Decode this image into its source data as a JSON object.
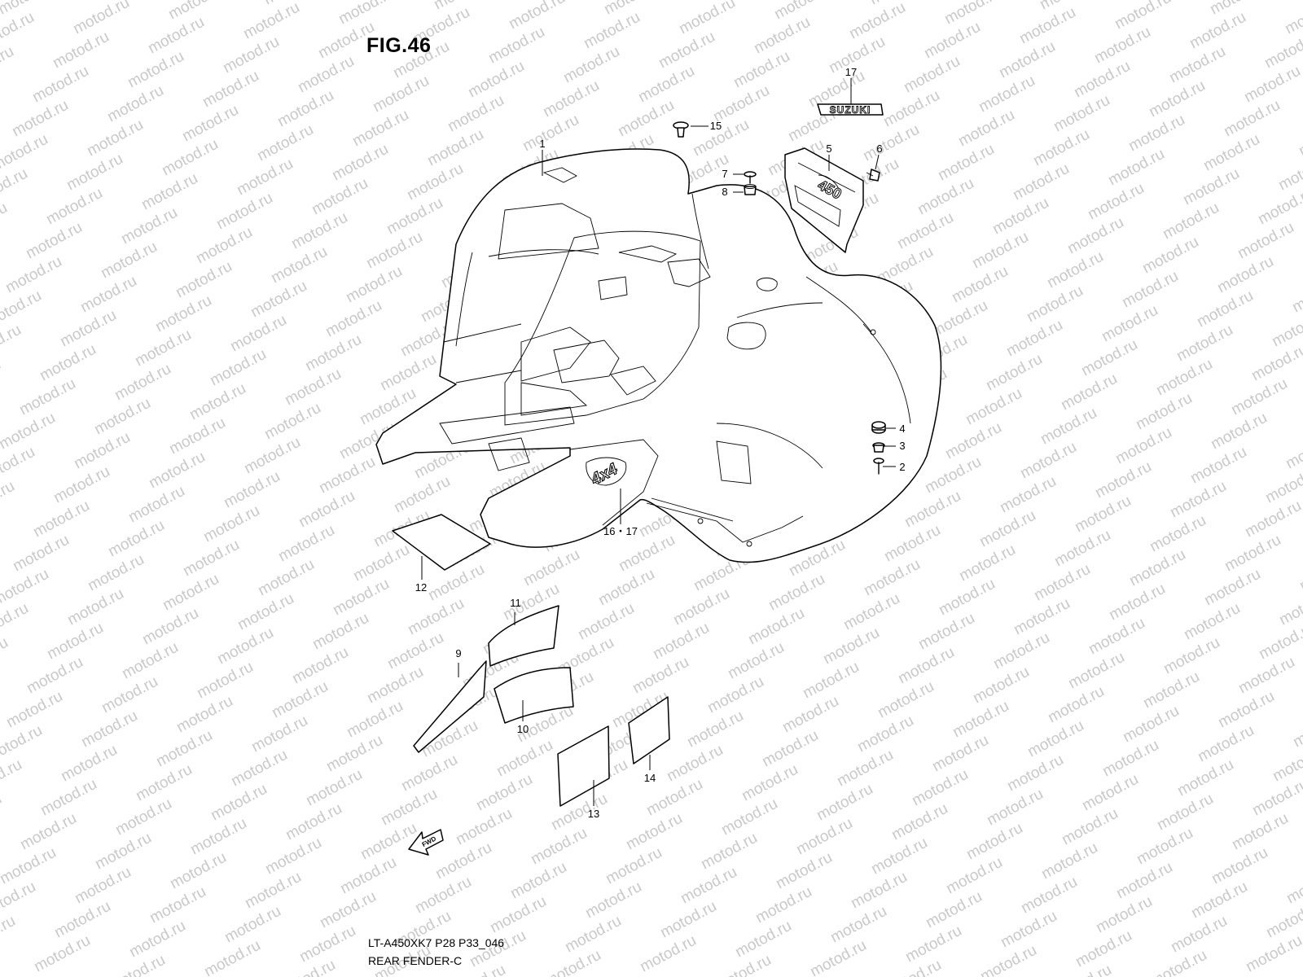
{
  "figure": {
    "title": "FIG.46"
  },
  "watermark": {
    "text": "motod.ru"
  },
  "footer": {
    "code": "LT-A450XK7 P28 P33_046",
    "name": "REAR FENDER-C"
  },
  "emblem": {
    "brand": "SUZUKI",
    "model": "450",
    "badge": "4x4"
  },
  "direction_arrow": {
    "label": "FWD"
  },
  "callouts": [
    {
      "id": "1",
      "label": "1"
    },
    {
      "id": "2",
      "label": "2"
    },
    {
      "id": "3",
      "label": "3"
    },
    {
      "id": "4",
      "label": "4"
    },
    {
      "id": "5",
      "label": "5"
    },
    {
      "id": "6",
      "label": "6"
    },
    {
      "id": "7",
      "label": "7"
    },
    {
      "id": "8",
      "label": "8"
    },
    {
      "id": "9",
      "label": "9"
    },
    {
      "id": "10",
      "label": "10"
    },
    {
      "id": "11",
      "label": "11"
    },
    {
      "id": "12",
      "label": "12"
    },
    {
      "id": "13",
      "label": "13"
    },
    {
      "id": "14",
      "label": "14"
    },
    {
      "id": "15",
      "label": "15"
    },
    {
      "id": "16-17",
      "label": "16・17"
    },
    {
      "id": "17",
      "label": "17"
    }
  ]
}
